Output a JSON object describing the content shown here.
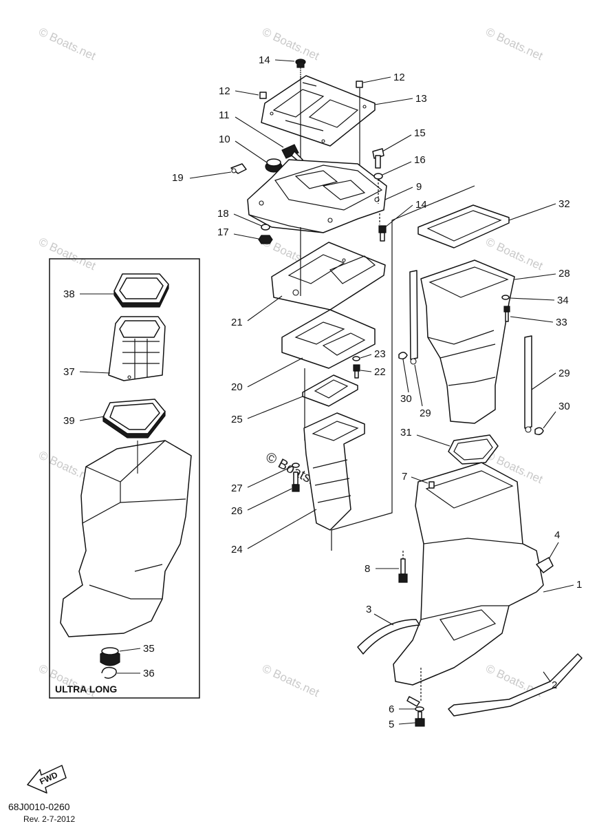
{
  "watermark": "© Boats.net",
  "watermark_inline": "© Boats.net",
  "box_title": "ULTRA LONG",
  "fwd_label": "FWD",
  "diagram_code": "68J0010-0260",
  "revision": "Rev.  2-7-2012",
  "callouts": {
    "c1": "1",
    "c2": "2",
    "c3": "3",
    "c4": "4",
    "c5": "5",
    "c6": "6",
    "c7": "7",
    "c8": "8",
    "c9": "9",
    "c10": "10",
    "c11": "11",
    "c12a": "12",
    "c12b": "12",
    "c13": "13",
    "c14a": "14",
    "c14b": "14",
    "c15": "15",
    "c16": "16",
    "c17": "17",
    "c18": "18",
    "c19": "19",
    "c20": "20",
    "c21": "21",
    "c22": "22",
    "c23": "23",
    "c24": "24",
    "c25": "25",
    "c26": "26",
    "c27": "27",
    "c28": "28",
    "c29a": "29",
    "c29b": "29",
    "c30a": "30",
    "c30b": "30",
    "c31": "31",
    "c32": "32",
    "c33": "33",
    "c34": "34",
    "c35": "35",
    "c36": "36",
    "c37": "37",
    "c38": "38",
    "c39": "39"
  }
}
